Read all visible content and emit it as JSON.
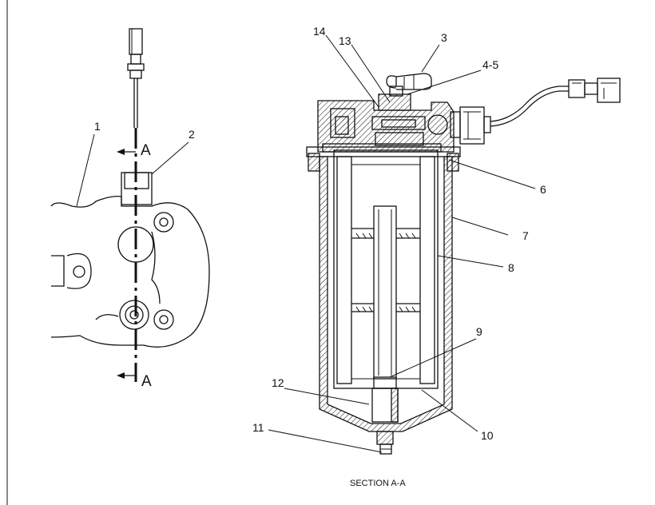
{
  "diagram": {
    "caption": "SECTION A-A",
    "section_marker": "A",
    "callouts": [
      "1",
      "2",
      "3",
      "4-5",
      "6",
      "7",
      "8",
      "9",
      "10",
      "11",
      "12",
      "13",
      "14"
    ]
  }
}
